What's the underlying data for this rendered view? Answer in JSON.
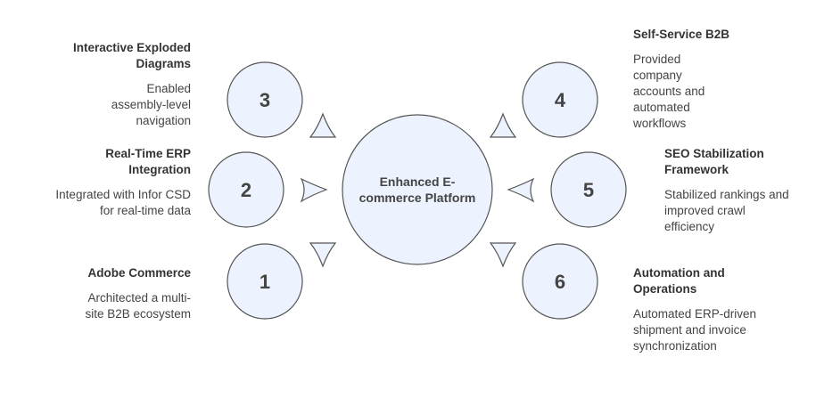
{
  "center": {
    "line1": "Enhanced E-",
    "line2": "commerce Platform"
  },
  "nodes": [
    {
      "number": "1",
      "title": "Adobe Commerce",
      "description": "Architected a multi-site B2B ecosystem"
    },
    {
      "number": "2",
      "title": "Real-Time ERP Integration",
      "description": "Integrated with Infor CSD for real-time data"
    },
    {
      "number": "3",
      "title": "Interactive Exploded Diagrams",
      "description": "Enabled assembly-level navigation"
    },
    {
      "number": "4",
      "title": "Self-Service B2B",
      "description": "Provided company accounts and automated workflows"
    },
    {
      "number": "5",
      "title": "SEO Stabilization Framework",
      "description": "Stabilized rankings and improved crawl efficiency"
    },
    {
      "number": "6",
      "title": "Automation and Operations",
      "description": "Automated ERP-driven shipment and invoice synchronization"
    }
  ],
  "colors": {
    "fill": "#ecf2fe",
    "stroke": "#555555"
  }
}
